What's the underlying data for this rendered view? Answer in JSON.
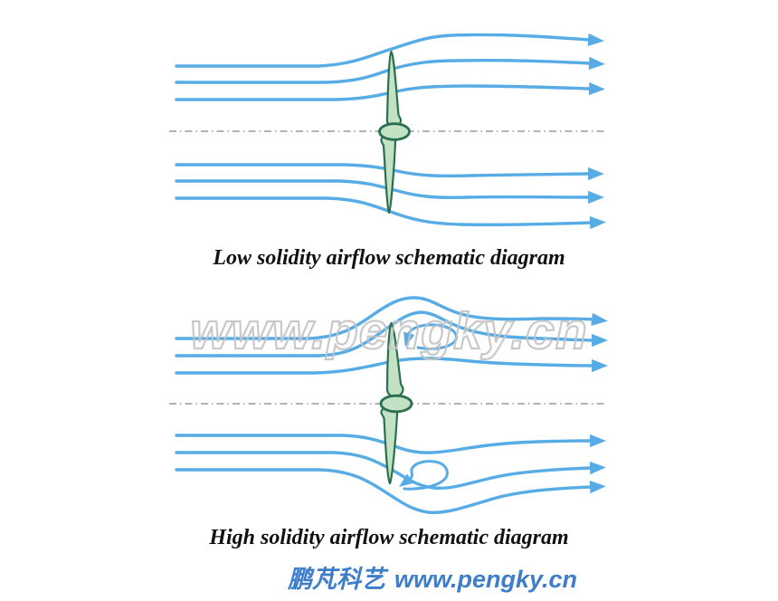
{
  "watermark": {
    "text": "www.pengky.cn"
  },
  "diagrams": [
    {
      "id": "low-solidity",
      "caption": "Low solidity airflow schematic diagram",
      "streamlines_above": 3,
      "streamlines_below": 3,
      "vortices": 0
    },
    {
      "id": "high-solidity",
      "caption": "High solidity airflow schematic diagram",
      "streamlines_above": 3,
      "streamlines_below": 3,
      "vortices": 2
    }
  ],
  "footer": {
    "site_name": "鹏芃科艺",
    "site_url": "www.pengky.cn"
  },
  "colors": {
    "streamline": "#57ace5",
    "centerline": "#9a9a9a",
    "blade_fill": "#c3e2c4",
    "blade_stroke": "#2b6f52",
    "watermark_outline": "#c4c4c4",
    "caption_text": "#111111",
    "footer_text": "#3e7dc9",
    "page_background": "#ffffff"
  }
}
